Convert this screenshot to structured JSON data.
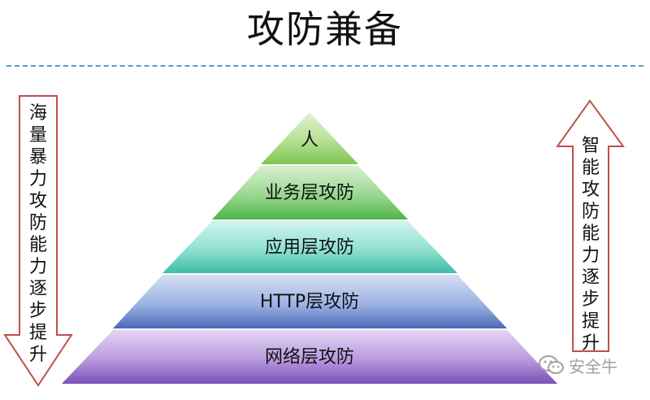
{
  "title": "攻防兼备",
  "left_arrow": {
    "text": "海量暴力攻防能力逐步提升",
    "direction": "down"
  },
  "right_arrow": {
    "text": "智能攻防能力逐步提升",
    "direction": "up"
  },
  "pyramid": {
    "levels": [
      {
        "label": "人",
        "color": "#8fd067"
      },
      {
        "label": "业务层攻防",
        "color": "#5fbf5f"
      },
      {
        "label": "应用层攻防",
        "color": "#55ccb9"
      },
      {
        "label": "HTTP层攻防",
        "color": "#5a79c8"
      },
      {
        "label": "网络层攻防",
        "color": "#8c63c2"
      }
    ]
  },
  "watermark": {
    "text": "安全牛",
    "icon": "wechat-icon"
  },
  "colors": {
    "arrow_stroke": "#c0504d",
    "rule": "#4aa0cf"
  }
}
